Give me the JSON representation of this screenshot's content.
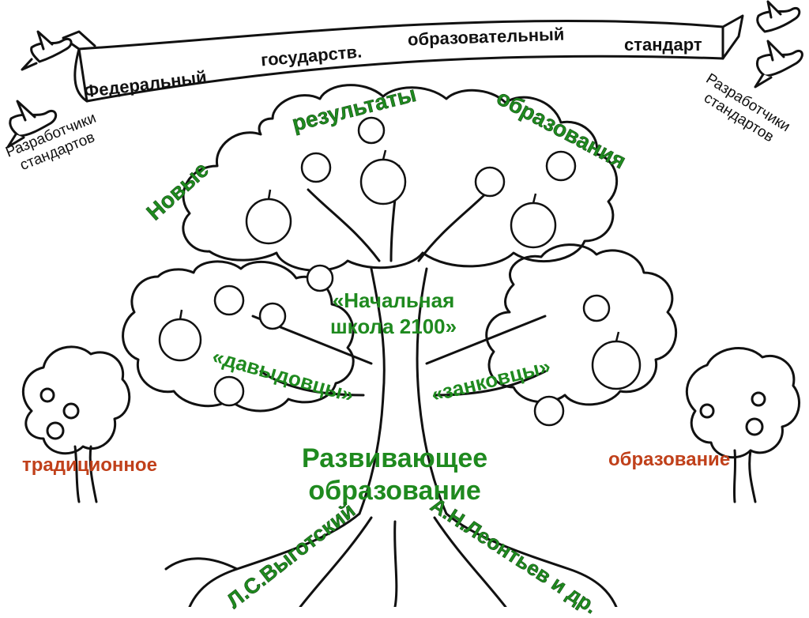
{
  "banner": {
    "word1": "Федеральный",
    "word2": "государств.",
    "word3": "образовательный",
    "word4": "стандарт"
  },
  "developers_left": {
    "line1": "Разработчики",
    "line2": "стандартов"
  },
  "developers_right": {
    "line1": "Разработчики",
    "line2": "стандартов"
  },
  "crown_top": {
    "word1": "Новые",
    "word2": "результаты",
    "word3": "образования"
  },
  "center_label": {
    "line1": "«Начальная",
    "line2": "школа 2100»"
  },
  "branch_left": "«давыдовцы»",
  "branch_right": "«занковцы»",
  "trunk_title": {
    "line1": "Развивающее",
    "line2": "образование"
  },
  "side_left": "традиционное",
  "side_right": "образование",
  "root_left": "Л.С.Выготский",
  "root_right": "А.Н.Леонтьев и др.",
  "colors": {
    "green": "#1f8a1f",
    "orange": "#c0401a",
    "ink": "#111111"
  },
  "icons": [
    "bird-icon",
    "apple-icon",
    "tree-icon",
    "banner-ribbon"
  ]
}
